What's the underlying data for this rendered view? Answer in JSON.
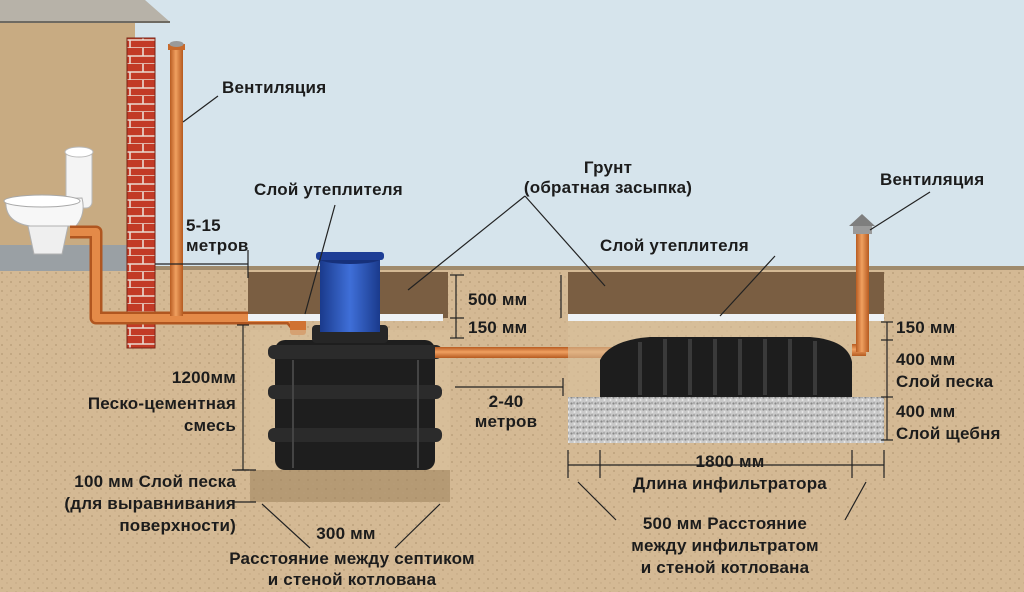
{
  "labels": {
    "ventilation_left": "Вентиляция",
    "ventilation_right": "Вентиляция",
    "insulation_left": "Слой утеплителя",
    "insulation_right": "Слой утеплителя",
    "ground_line1": "Грунт",
    "ground_line2": "(обратная засыпка)",
    "distance_house_line1": "5-15",
    "distance_house_line2": "метров",
    "depth_500": "500 мм",
    "depth_150_left": "150 мм",
    "depth_150_right": "150 мм",
    "depth_1200": "1200мм",
    "sand_cement_line1": "Песко-цементная",
    "sand_cement_line2": "смесь",
    "distance_tanks_line1": "2-40",
    "distance_tanks_line2": "метров",
    "sand_400_value": "400 мм",
    "sand_400_name": "Слой песка",
    "gravel_400_value": "400 мм",
    "gravel_400_name": "Слой щебня",
    "sand_100_line1": "100 мм Слой песка",
    "sand_100_line2": "(для выравнивания",
    "sand_100_line3": "поверхности)",
    "gap_300": "300 мм",
    "gap_300_desc_line1": "Расстояние между септиком",
    "gap_300_desc_line2": "и стеной котлована",
    "length_1800": "1800 мм",
    "length_1800_desc": "Длина инфильтратора",
    "gap_500_line1": "500 мм Расстояние",
    "gap_500_line2": "между инфильтратом",
    "gap_500_line3": "и стеной котлована"
  },
  "colors": {
    "sky": "#d5e4ec",
    "soil": "#d2b791",
    "topsoil": "#7a5f44",
    "pipe": "#d4793a",
    "tank": "#1e1e1e",
    "riser": "#2a52b8",
    "insulation": "#eef2f5",
    "gravel": "#c4c4c4",
    "brick": "#c13b26",
    "house_wall": "#c8aa7f"
  },
  "icons": [
    "toilet-icon",
    "vent-cap-icon",
    "septic-tank-icon",
    "infiltrator-icon"
  ]
}
